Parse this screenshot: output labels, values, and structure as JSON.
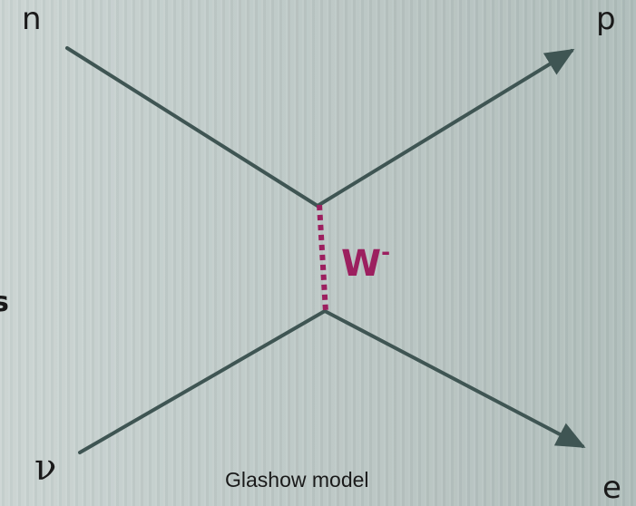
{
  "diagram": {
    "particles": {
      "n": "n",
      "p": "p",
      "nu": "ν",
      "e": "e"
    },
    "boson": {
      "symbol": "W",
      "charge": "-"
    },
    "partial_label": "s",
    "caption": "Glashow model"
  },
  "colors": {
    "line": "#3f5553",
    "boson": "#9c1f5f",
    "text": "#1a1a1a"
  }
}
